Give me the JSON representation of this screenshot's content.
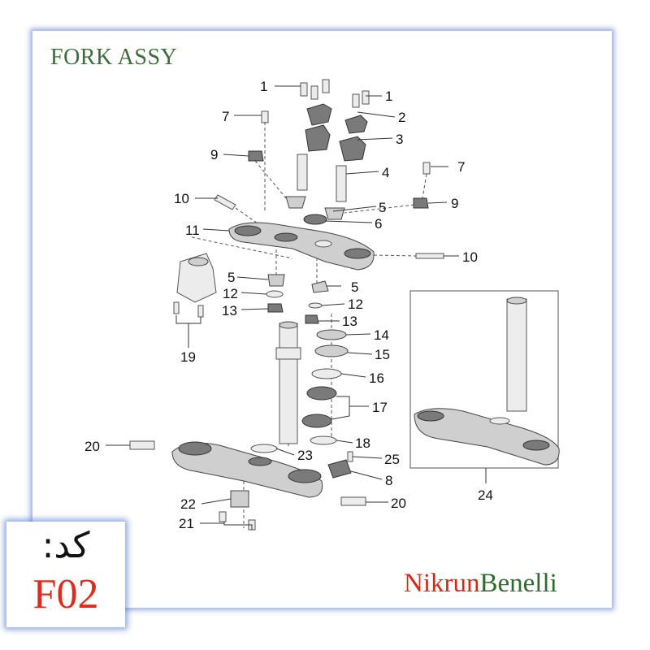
{
  "title": "FORK ASSY",
  "code": {
    "label": "کد:",
    "value": "F02"
  },
  "brand": {
    "part1": "Nikrun",
    "part2": "Benelli"
  },
  "callouts": [
    "1",
    "1",
    "2",
    "3",
    "4",
    "5",
    "6",
    "7",
    "7",
    "9",
    "9",
    "10",
    "10",
    "11",
    "5",
    "5",
    "12",
    "12",
    "13",
    "13",
    "14",
    "15",
    "16",
    "17",
    "18",
    "19",
    "20",
    "20",
    "21",
    "22",
    "23",
    "24",
    "25",
    "8"
  ]
}
